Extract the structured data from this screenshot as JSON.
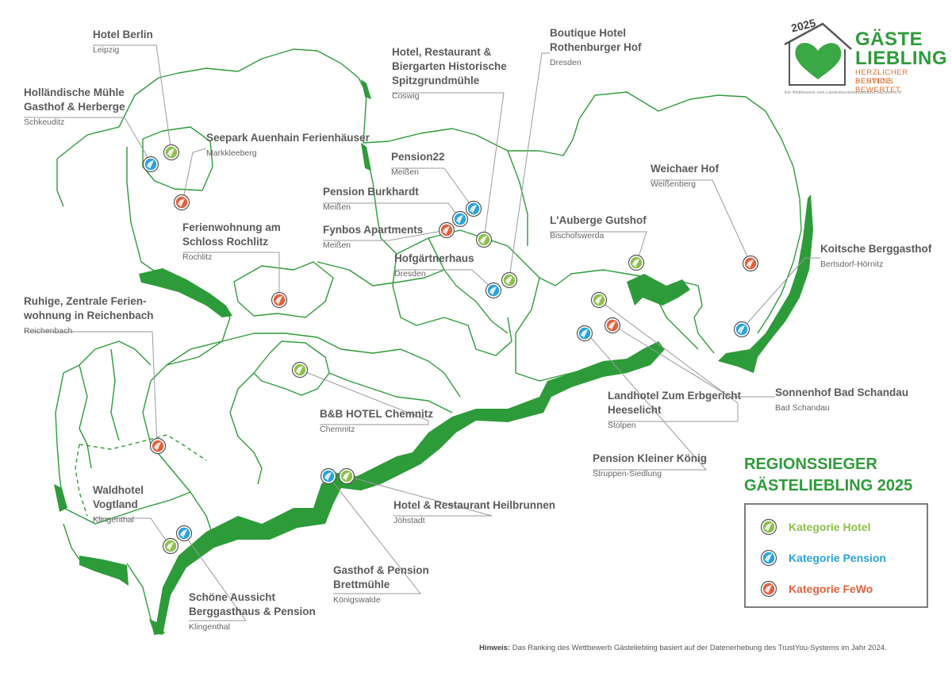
{
  "logo": {
    "year": "2025",
    "line1": "GÄSTE",
    "line2": "LIEBLING",
    "claim1": "HERZLICHER SERVICE.",
    "claim2": "BESTENS BEWERTET.",
    "subline": "Ein Wettbewerb vom Landestourismusverband Sachsen e.V."
  },
  "title": "REGIONSSIEGER\nGÄSTELIEBLING 2025",
  "legend": [
    {
      "label": "Kategorie Hotel",
      "category": "hotel"
    },
    {
      "label": "Kategorie Pension",
      "category": "pension"
    },
    {
      "label": "Kategorie FeWo",
      "category": "fewo"
    }
  ],
  "colors": {
    "hotel": "#8cc04b",
    "pension": "#29a3dc",
    "fewo": "#e2603d",
    "border": "#2e9b3a",
    "title": "#2e9b3a"
  },
  "footnote": {
    "bold": "Hinweis:",
    "text": " Das Ranking des Wettbewerb Gästeliebling basiert auf der Datenerhebung des TrustYou-Systems im Jahr 2024."
  },
  "places": [
    {
      "name": "Hotel Berlin",
      "town": "Leipzig",
      "category": "hotel"
    },
    {
      "name": "Holländische Mühle\nGasthof & Herberge",
      "town": "Schkeuditz",
      "category": "pension"
    },
    {
      "name": "Seepark Auenhain Ferienhäuser",
      "town": "Markkleeberg",
      "category": "fewo"
    },
    {
      "name": "Hotel, Restaurant &\nBiergarten Historische\nSpitzgrundmühle",
      "town": "Coswig",
      "category": "hotel"
    },
    {
      "name": "Boutique Hotel\nRothenburger Hof",
      "town": "Dresden",
      "category": "hotel"
    },
    {
      "name": "Pension22",
      "town": "Meißen",
      "category": "pension"
    },
    {
      "name": "Pension Burkhardt",
      "town": "Meißen",
      "category": "pension"
    },
    {
      "name": "Fynbos Apartments",
      "town": "Meißen",
      "category": "fewo"
    },
    {
      "name": "Weichaer Hof",
      "town": "Weißenberg",
      "category": "fewo"
    },
    {
      "name": "L'Auberge Gutshof",
      "town": "Bischofswerda",
      "category": "hotel"
    },
    {
      "name": "Koitsche Berggasthof",
      "town": "Bertsdorf-Hörnitz",
      "category": "pension"
    },
    {
      "name": "Ferienwohnung am\nSchloss Rochlitz",
      "town": "Rochlitz",
      "category": "fewo"
    },
    {
      "name": "Hofgärtnerhaus",
      "town": "Dresden",
      "category": "pension"
    },
    {
      "name": "Ruhige, Zentrale Ferien-\nwohnung in Reichenbach",
      "town": "Reichenbach",
      "category": "fewo"
    },
    {
      "name": "Landhotel Zum Erbgericht\nHeeselicht",
      "town": "Stolpen",
      "category": "hotel"
    },
    {
      "name": "Sonnenhof Bad Schandau",
      "town": "Bad Schandau",
      "category": "fewo"
    },
    {
      "name": "B&B HOTEL Chemnitz",
      "town": "Chemnitz",
      "category": "hotel"
    },
    {
      "name": "Pension Kleiner König",
      "town": "Struppen-Siedlung",
      "category": "pension"
    },
    {
      "name": "Waldhotel\nVogtland",
      "town": "Klingenthal",
      "category": "hotel"
    },
    {
      "name": "Hotel & Restaurant Heilbrunnen",
      "town": "Jöhstadt",
      "category": "hotel"
    },
    {
      "name": "Gasthof & Pension\nBrettmühle",
      "town": "Königswalde",
      "category": "pension"
    },
    {
      "name": "Schöne Aussicht\nBerggasthaus & Pension",
      "town": "Klingenthal",
      "category": "pension"
    }
  ]
}
